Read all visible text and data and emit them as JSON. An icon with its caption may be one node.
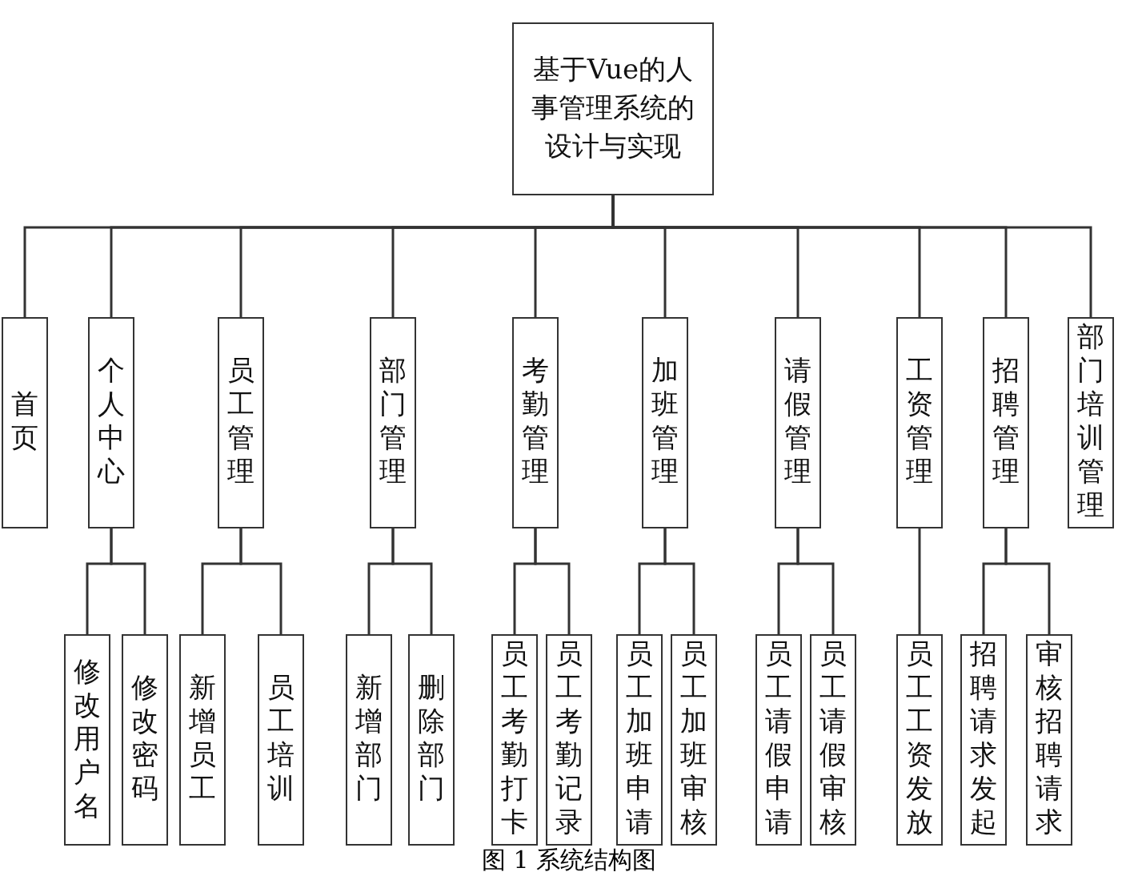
{
  "diagram": {
    "caption": "图 1 系统结构图",
    "nodes": [
      {
        "text": [
          "基于Vue的人事管理系统的设计与实现"
        ]
      },
      {
        "text": [
          "首页"
        ]
      },
      {
        "text": [
          "个人中心"
        ]
      },
      {
        "text": [
          "员工管理"
        ]
      },
      {
        "text": [
          "部门管理"
        ]
      },
      {
        "text": [
          "考勤管理"
        ]
      },
      {
        "text": [
          "加班管理"
        ]
      },
      {
        "text": [
          "请假管理"
        ]
      },
      {
        "text": [
          "工资管理"
        ]
      },
      {
        "text": [
          "招聘管理"
        ]
      },
      {
        "text": [
          "部门培训管理"
        ]
      },
      {
        "text": [
          "修改用户名"
        ]
      },
      {
        "text": [
          "修改密码"
        ]
      },
      {
        "text": [
          "新增员工"
        ]
      },
      {
        "text": [
          "员工培训"
        ]
      },
      {
        "text": [
          "新增部门"
        ]
      },
      {
        "text": [
          "删除部门"
        ]
      },
      {
        "text": [
          "员工考勤打卡"
        ]
      },
      {
        "text": [
          "员工考勤记录"
        ]
      },
      {
        "text": [
          "员工加班申请"
        ]
      },
      {
        "text": [
          "员工加班审核"
        ]
      },
      {
        "text": [
          "员工请假申请"
        ]
      },
      {
        "text": [
          "员工请假审核"
        ]
      },
      {
        "text": [
          "员工工资发放"
        ]
      },
      {
        "text": [
          "招聘请求发起"
        ]
      },
      {
        "text": [
          "审核招聘请求"
        ]
      }
    ],
    "edges": [
      {
        "from": 0,
        "to": 1,
        "arrow": "none"
      },
      {
        "from": 0,
        "to": 2,
        "arrow": "none"
      },
      {
        "from": 0,
        "to": 3,
        "arrow": "none"
      },
      {
        "from": 0,
        "to": 4,
        "arrow": "none"
      },
      {
        "from": 0,
        "to": 5,
        "arrow": "none"
      },
      {
        "from": 0,
        "to": 6,
        "arrow": "none"
      },
      {
        "from": 0,
        "to": 7,
        "arrow": "none"
      },
      {
        "from": 0,
        "to": 8,
        "arrow": "none"
      },
      {
        "from": 0,
        "to": 9,
        "arrow": "none"
      },
      {
        "from": 0,
        "to": 10,
        "arrow": "none"
      },
      {
        "from": 2,
        "to": 11,
        "arrow": "none"
      },
      {
        "from": 2,
        "to": 12,
        "arrow": "none"
      },
      {
        "from": 3,
        "to": 13,
        "arrow": "none"
      },
      {
        "from": 3,
        "to": 14,
        "arrow": "none"
      },
      {
        "from": 4,
        "to": 15,
        "arrow": "none"
      },
      {
        "from": 4,
        "to": 16,
        "arrow": "none"
      },
      {
        "from": 5,
        "to": 17,
        "arrow": "none"
      },
      {
        "from": 5,
        "to": 18,
        "arrow": "none"
      },
      {
        "from": 6,
        "to": 19,
        "arrow": "none"
      },
      {
        "from": 6,
        "to": 20,
        "arrow": "none"
      },
      {
        "from": 7,
        "to": 21,
        "arrow": "none"
      },
      {
        "from": 7,
        "to": 22,
        "arrow": "none"
      },
      {
        "from": 8,
        "to": 23,
        "arrow": "none"
      },
      {
        "from": 9,
        "to": 24,
        "arrow": "none"
      },
      {
        "from": 9,
        "to": 25,
        "arrow": "none"
      }
    ]
  }
}
